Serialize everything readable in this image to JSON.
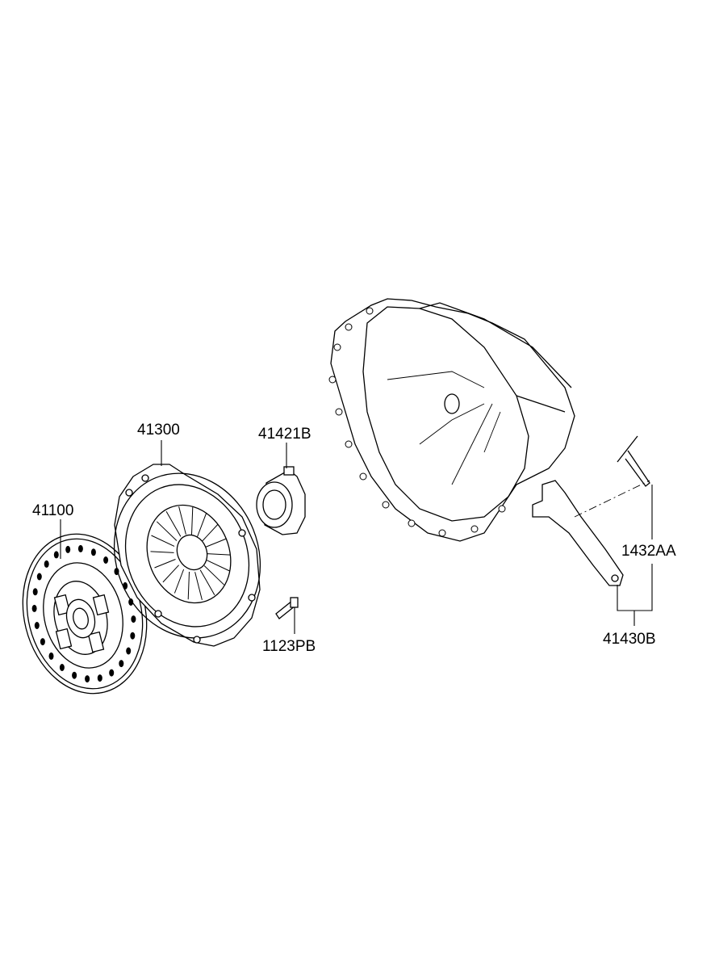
{
  "diagram": {
    "labels": {
      "clutch_disc": "41100",
      "clutch_cover": "41300",
      "release_bearing": "41421B",
      "bolt": "1123PB",
      "clip": "1432AA",
      "release_fork": "41430B"
    }
  }
}
